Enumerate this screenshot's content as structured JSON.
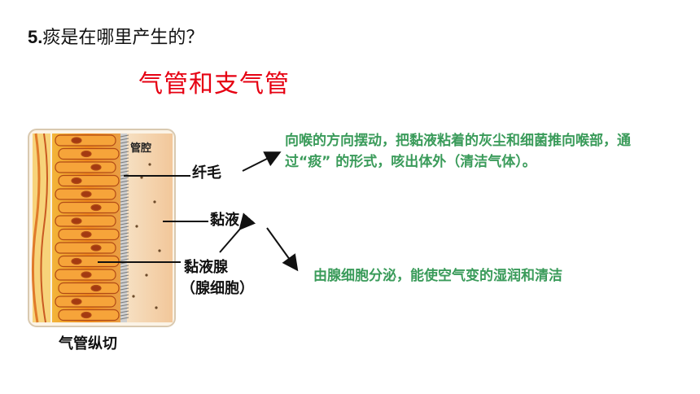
{
  "question": {
    "number": "5.",
    "text": "痰是在哪里产生的？"
  },
  "answer": "气管和支气管",
  "illustration": {
    "lumen_label": "管腔",
    "caption": "气管纵切"
  },
  "labels": {
    "cilia": "纤毛",
    "mucus": "黏液",
    "gland": "黏液腺",
    "gland_sub": "（腺细胞）"
  },
  "descriptions": {
    "cilia": "向喉的方向摆动，把黏液粘着的灰尘和细菌推向喉部，通过“痰” 的形式，咳出体外（清洁气体）。",
    "gland": "由腺细胞分泌，能使空气变的湿润和清洁"
  },
  "colors": {
    "answer": "#e60012",
    "description": "#3a9b5a"
  }
}
